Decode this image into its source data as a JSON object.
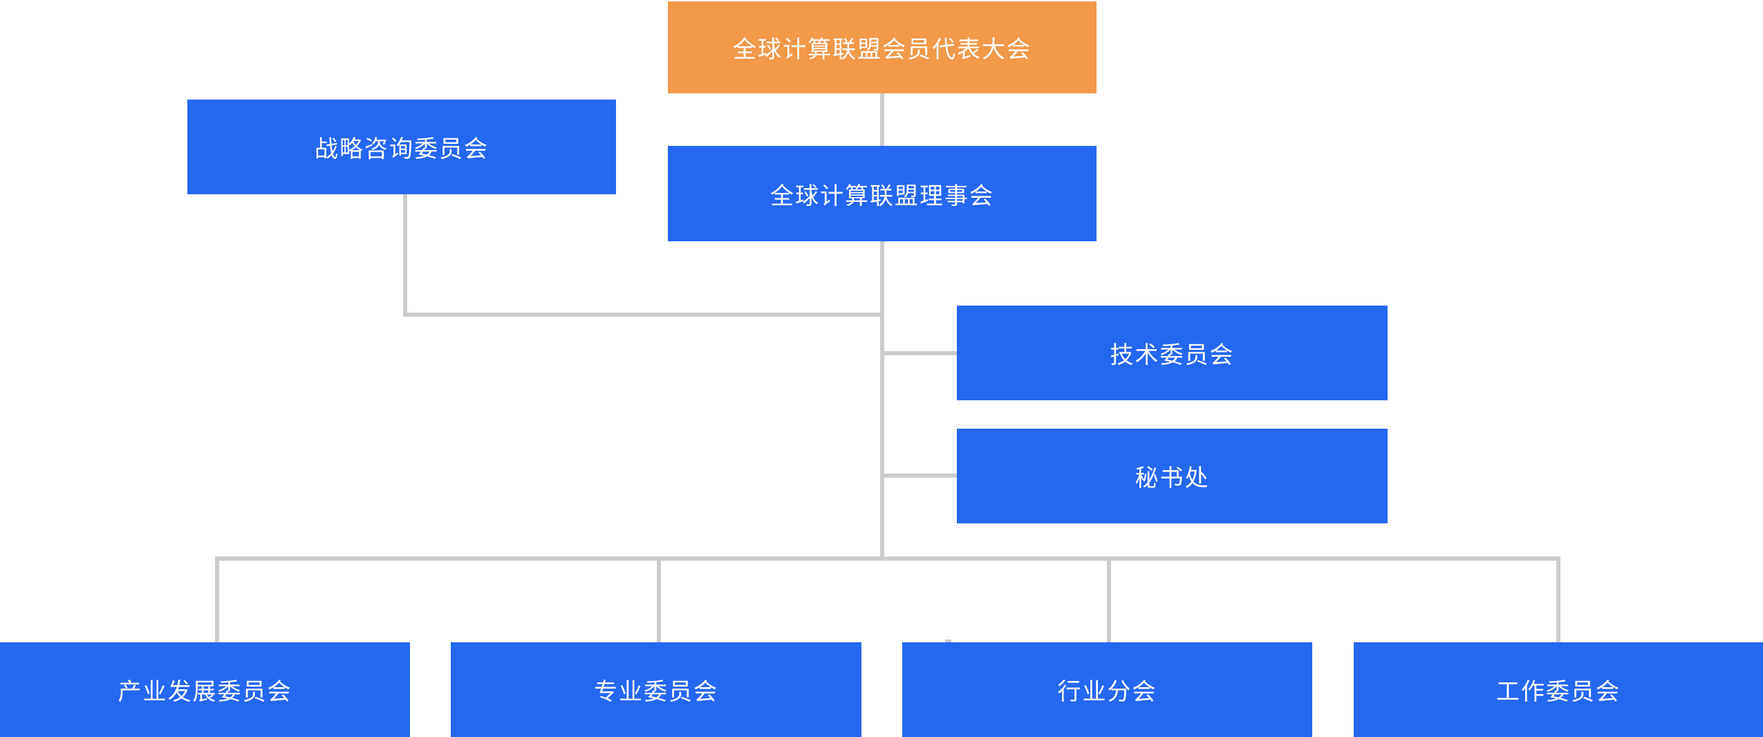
{
  "diagram": {
    "type": "org-chart",
    "nodes": {
      "assembly": {
        "label": "全球计算联盟会员代表大会",
        "color": "#F2994A",
        "level": 1
      },
      "strategy": {
        "label": "战略咨询委员会",
        "color": "#2468F2",
        "level": 2
      },
      "council": {
        "label": "全球计算联盟理事会",
        "color": "#2468F2",
        "level": 2
      },
      "tech": {
        "label": "技术委员会",
        "color": "#2468F2",
        "level": 3
      },
      "secretariat": {
        "label": "秘书处",
        "color": "#2468F2",
        "level": 3
      },
      "industry_dev": {
        "label": "产业发展委员会",
        "color": "#2468F2",
        "level": 4
      },
      "professional": {
        "label": "专业委员会",
        "color": "#2468F2",
        "level": 4
      },
      "industry_branch": {
        "label": "行业分会",
        "color": "#2468F2",
        "level": 4
      },
      "working": {
        "label": "工作委员会",
        "color": "#2468F2",
        "level": 4
      }
    },
    "edges": [
      [
        "assembly",
        "council"
      ],
      [
        "council",
        "strategy"
      ],
      [
        "council",
        "tech"
      ],
      [
        "council",
        "secretariat"
      ],
      [
        "council",
        "industry_dev"
      ],
      [
        "council",
        "professional"
      ],
      [
        "council",
        "industry_branch"
      ],
      [
        "council",
        "working"
      ]
    ],
    "colors": {
      "accent": "#F2994A",
      "primary": "#2468F2",
      "connector": "#CCCCCC",
      "background": "#FFFFFF",
      "text": "#FFFFFF"
    }
  }
}
